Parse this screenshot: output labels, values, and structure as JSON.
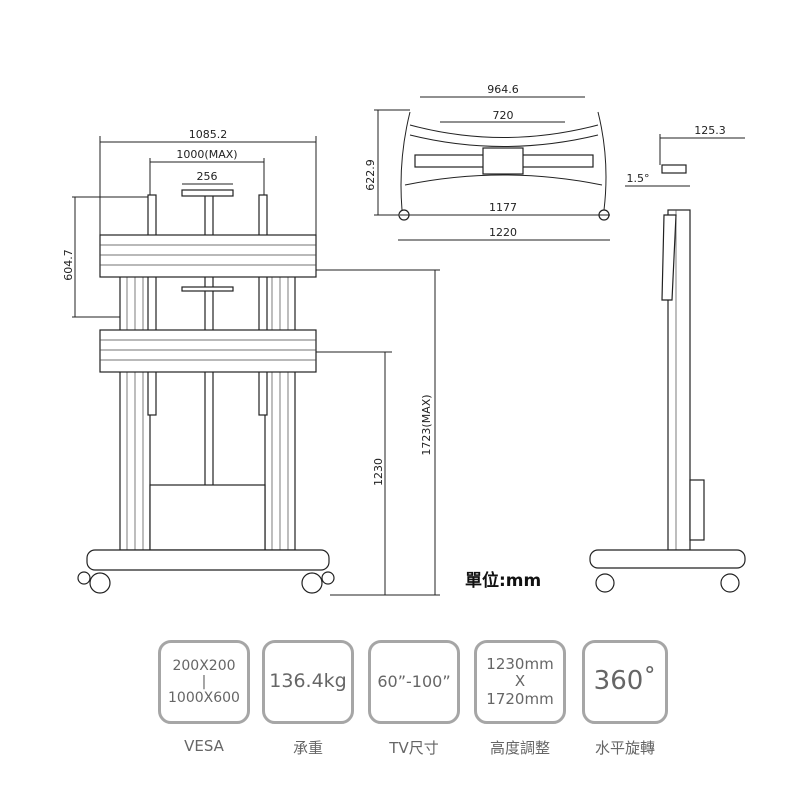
{
  "front_view": {
    "width_total": "1085.2",
    "width_max": "1000(MAX)",
    "center_width": "256",
    "height_mount": "604.7",
    "height_min": "1230",
    "height_max": "1723(MAX)"
  },
  "top_view": {
    "outer_top": "964.6",
    "inner_top": "720",
    "depth": "622.9",
    "inner_bottom": "1177",
    "outer_bottom": "1220"
  },
  "side_view": {
    "depth": "125.3",
    "tilt": "1.5°"
  },
  "unit_label": "單位:mm",
  "specs": [
    {
      "lines": [
        "200X200",
        "|",
        "1000X600"
      ],
      "caption": "VESA"
    },
    {
      "lines": [
        "136.4kg"
      ],
      "caption": "承重"
    },
    {
      "lines": [
        "60”-100”"
      ],
      "caption": "TV尺寸"
    },
    {
      "lines": [
        "1230mm",
        "X",
        "1720mm"
      ],
      "caption": "高度調整"
    },
    {
      "lines": [
        "360˚"
      ],
      "caption": "水平旋轉"
    }
  ]
}
